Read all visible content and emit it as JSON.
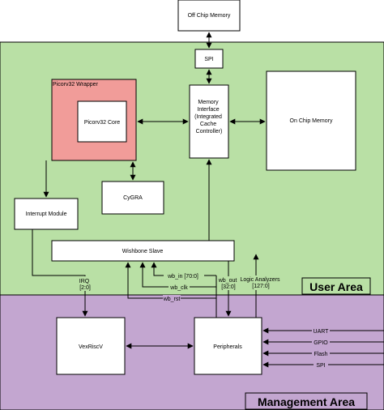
{
  "colors": {
    "user_area": "#b9e0a5",
    "management_area": "#c3a6d0",
    "wrapper": "#f19c99",
    "box": "#ffffff",
    "stroke": "#000000"
  },
  "areas": {
    "user": "User Area",
    "management": "Management Area"
  },
  "blocks": {
    "off_chip_memory": "Off Chip Memory",
    "spi_top": "SPI",
    "picorv32_wrapper": "Picorv32 Wrapper",
    "picorv32_core": "Picorv32 Core",
    "memory_interface": [
      "Memory",
      "Interface",
      "",
      "(Integrated",
      "Cache",
      "Controller)"
    ],
    "on_chip_memory": "On Chip Memory",
    "cygra": "CyGRA",
    "interrupt_module": "Interrupt Module",
    "wishbone_slave": "Wishbone Slave",
    "vexriscv": "VexRiscV",
    "peripherals": "Peripherals"
  },
  "signals": {
    "irq": [
      "IRQ",
      "[2:0]"
    ],
    "wb_in": "wb_in [70:0]",
    "wb_clk": "wb_clk",
    "wb_rst": "wb_rst",
    "wb_out": [
      "wb_out",
      "[32:0]"
    ],
    "logic_analyzers": [
      "Logic Analyzers",
      "[127:0]"
    ]
  },
  "external_io": [
    "UART",
    "GPIO",
    "Flash",
    "SPI"
  ]
}
